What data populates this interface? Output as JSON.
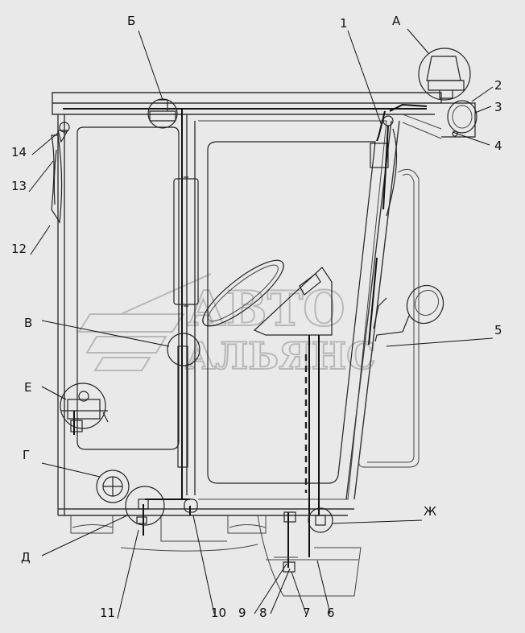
{
  "view_labels": {
    "A": "А",
    "B": "Б",
    "V": "В",
    "G": "Г",
    "D": "Д",
    "E": "Е",
    "Zh": "Ж"
  },
  "callouts": [
    "1",
    "2",
    "3",
    "4",
    "5",
    "6",
    "7",
    "8",
    "9",
    "10",
    "11",
    "12",
    "13",
    "14"
  ],
  "watermark": {
    "line1": "АВТО",
    "line2": "АЛЬЯНС"
  },
  "colors": {
    "background": "#e9e9e9",
    "line": "#222222",
    "watermark": "#b8b8b8"
  }
}
